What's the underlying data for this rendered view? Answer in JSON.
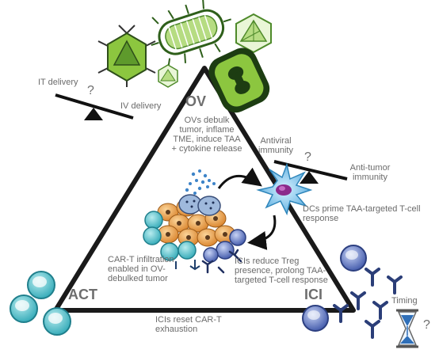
{
  "vertices": {
    "ov": "OV",
    "act": "ACT",
    "ici": "ICI"
  },
  "labels": {
    "it_delivery": "IT delivery",
    "iv_delivery": "IV delivery",
    "ov_effects": "OVs debulk tumor, inflame TME, induce TAA + cytokine release",
    "antiviral_immunity": "Antiviral immunity",
    "antitumor_immunity": "Anti-tumor immunity",
    "dc_priming": "DCs prime TAA-targeted T-cell response",
    "car_t_infiltration": "CAR-T infiltration enabled in OV-debulked tumor",
    "ici_treg": "ICIs reduce Treg presence, prolong TAA-targeted T-cell response",
    "ici_reset": "ICIs reset CAR-T exhaustion",
    "timing": "Timing",
    "question_mark": "?"
  },
  "colors": {
    "triangle_stroke": "#1a1a1a",
    "virus_green": "#8cc63f",
    "virus_dark_green": "#4e8a2a",
    "t_cell_teal": "#3fb5c4",
    "ici_blue": "#4a62b5",
    "tumor_orange": "#e59a3a",
    "dc_blue": "#5aaee0",
    "text_gray": "#6b6b6b"
  }
}
